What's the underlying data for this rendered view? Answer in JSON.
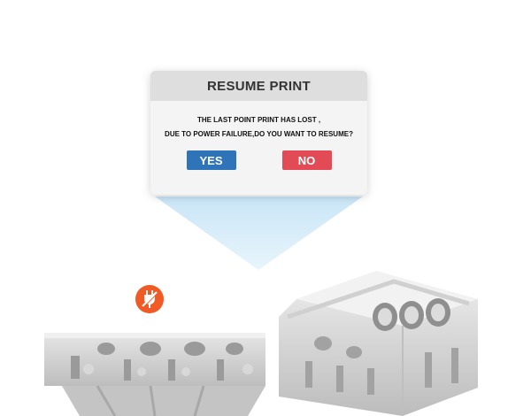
{
  "dialog": {
    "title": "RESUME PRINT",
    "message_line1": "THE LAST POINT PRINT HAS LOST ,",
    "message_line2": "DUE TO POWER FAILURE,DO YOU WANT TO RESUME?",
    "yes_label": "YES",
    "no_label": "NO"
  },
  "colors": {
    "yes_button": "#2f73b8",
    "no_button": "#e24b55",
    "power_badge": "#f05a24",
    "beam": "#cfe8f7"
  },
  "icons": {
    "power_badge": "unplugged-power-icon"
  }
}
